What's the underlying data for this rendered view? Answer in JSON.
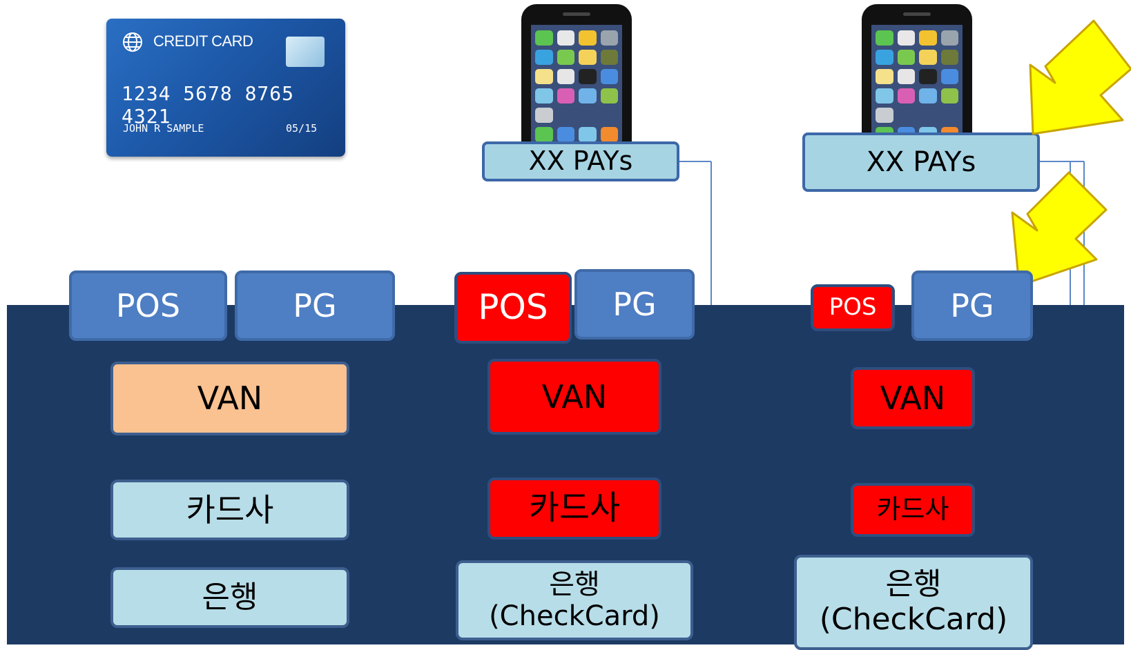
{
  "credit_card": {
    "brand": "CREDIT CARD",
    "number": "1234 5678 8765 4321",
    "holder": "JOHN R SAMPLE",
    "expiry": "05/15"
  },
  "phones": [
    {
      "label": "XX PAYs"
    },
    {
      "label": "XX PAYs"
    }
  ],
  "columns": [
    {
      "pos": "POS",
      "pg": "PG",
      "van": "VAN",
      "card_company": "카드사",
      "bank": "은행",
      "bank_sub": ""
    },
    {
      "pos": "POS",
      "pg": "PG",
      "van": "VAN",
      "card_company": "카드사",
      "bank": "은행",
      "bank_sub": "(CheckCard)"
    },
    {
      "pos": "POS",
      "pg": "PG",
      "van": "VAN",
      "card_company": "카드사",
      "bank": "은행",
      "bank_sub": "(CheckCard)"
    }
  ],
  "colors": {
    "panel": "#1d3a63",
    "tab": "#4e7ec3",
    "highlight_red": "#ff0000",
    "light_blue": "#b7dde8",
    "peach": "#fac191",
    "arrow_yellow": "#ffff00"
  }
}
